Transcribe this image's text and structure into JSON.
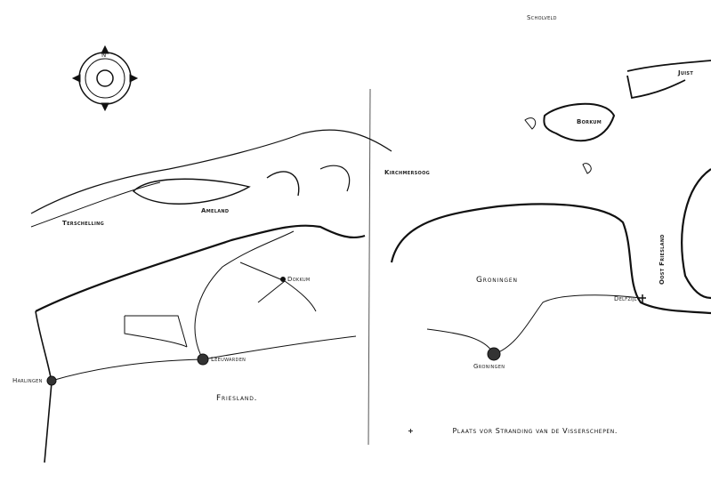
{
  "map": {
    "compass_north": "N",
    "labels": {
      "schouwveld": "Scholveld",
      "terschelling": "Terschelling",
      "ameland": "Ameland",
      "schiermonnikoog": "Kirchmersoog",
      "borkum": "Borkum",
      "juist": "Juist",
      "oost_friesland": "Oost Friesland",
      "groningen_province": "Groningen",
      "friesland_province": "Friesland.",
      "groningen_city": "Groningen",
      "leeuwarden": "Leeuwarden",
      "harlingen": "Harlingen",
      "dokkum": "Dokkum",
      "delfzijl": "Delfzijl"
    },
    "legend": {
      "symbol": "+",
      "text": "Plaats vor Stranding van de Visserschepen."
    },
    "colors": {
      "ink": "#111111",
      "paper": "#ffffff"
    }
  }
}
